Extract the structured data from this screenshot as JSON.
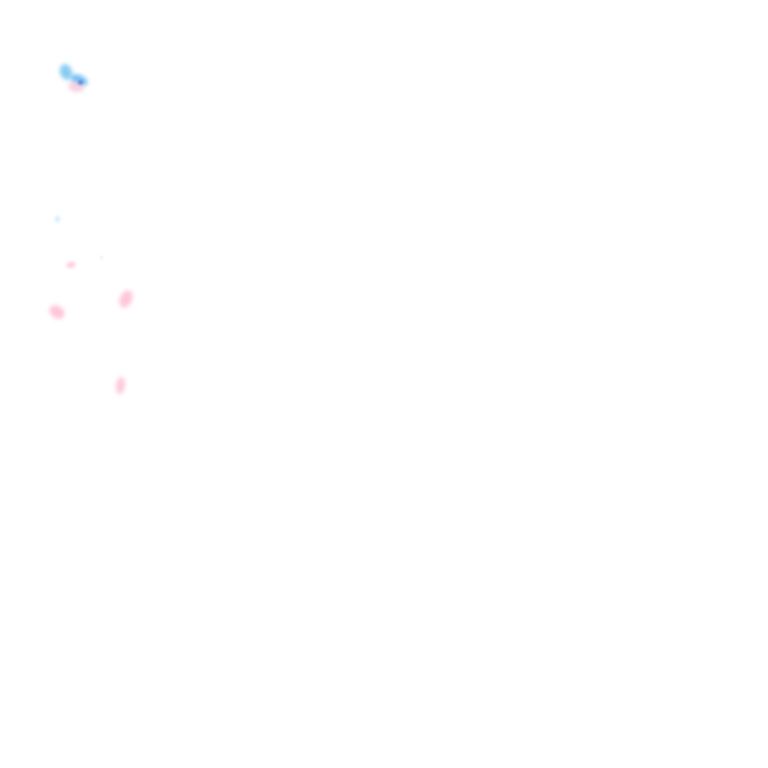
{
  "canvas": {
    "background": "#ffffff",
    "marks": [
      {
        "kind": "smudge",
        "color": "#7cc7f3"
      },
      {
        "kind": "smudge",
        "color": "#6ab9f1"
      },
      {
        "kind": "smudge",
        "color": "#f6c5d6"
      },
      {
        "kind": "speck",
        "color": "#4a6fd8"
      },
      {
        "kind": "dot",
        "color": "#bfe6ff"
      },
      {
        "kind": "dot",
        "color": "#ffc6d6"
      },
      {
        "kind": "speck",
        "color": "#f3d6e2"
      },
      {
        "kind": "smudge",
        "color": "#ffc0d6"
      },
      {
        "kind": "smudge",
        "color": "#ffbfd5"
      },
      {
        "kind": "smudge",
        "color": "#ffc3d8"
      }
    ]
  }
}
